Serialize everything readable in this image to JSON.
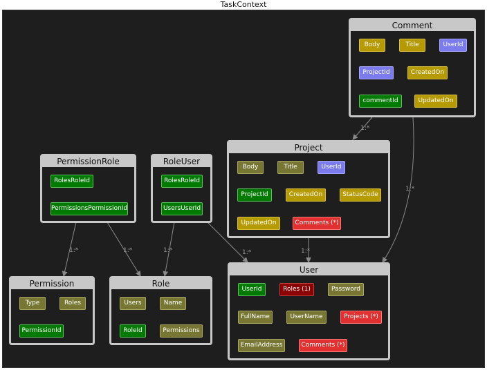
{
  "title": "TaskContext",
  "colors": {
    "canvas": "#1e1e1e",
    "entity_border": "#c8c8c8",
    "edge": "#8a8a8a",
    "olive": "#777733",
    "gold": "#b59a00",
    "green": "#007a00",
    "blue": "#7b7bee",
    "red": "#e03030",
    "dark_red": "#8b0000"
  },
  "entities": {
    "comment": {
      "name": "Comment",
      "props": [
        "Body",
        "Title",
        "UserId",
        "ProjectId",
        "CreatedOn",
        "commentId",
        "UpdatedOn"
      ]
    },
    "project": {
      "name": "Project",
      "props": [
        "Body",
        "Title",
        "UserId",
        "ProjectId",
        "CreatedOn",
        "StatusCode",
        "UpdatedOn",
        "Comments (*)"
      ]
    },
    "permission_role": {
      "name": "PermissionRole",
      "props": [
        "RolesRoleId",
        "PermissionsPermissionId"
      ]
    },
    "role_user": {
      "name": "RoleUser",
      "props": [
        "RolesRoleId",
        "UsersUserId"
      ]
    },
    "permission": {
      "name": "Permission",
      "props": [
        "Type",
        "Roles",
        "PermissionId"
      ]
    },
    "role": {
      "name": "Role",
      "props": [
        "Users",
        "Name",
        "RoleId",
        "Permissions"
      ]
    },
    "user": {
      "name": "User",
      "props": [
        "UserId",
        "Roles (1)",
        "Password",
        "FullName",
        "UserName",
        "Projects (*)",
        "EmailAddress",
        "Comments (*)"
      ]
    }
  },
  "multiplicities": [
    "1:*",
    "1:*",
    "1:*",
    "1:*",
    "1:*",
    "1:*",
    "1:*"
  ]
}
